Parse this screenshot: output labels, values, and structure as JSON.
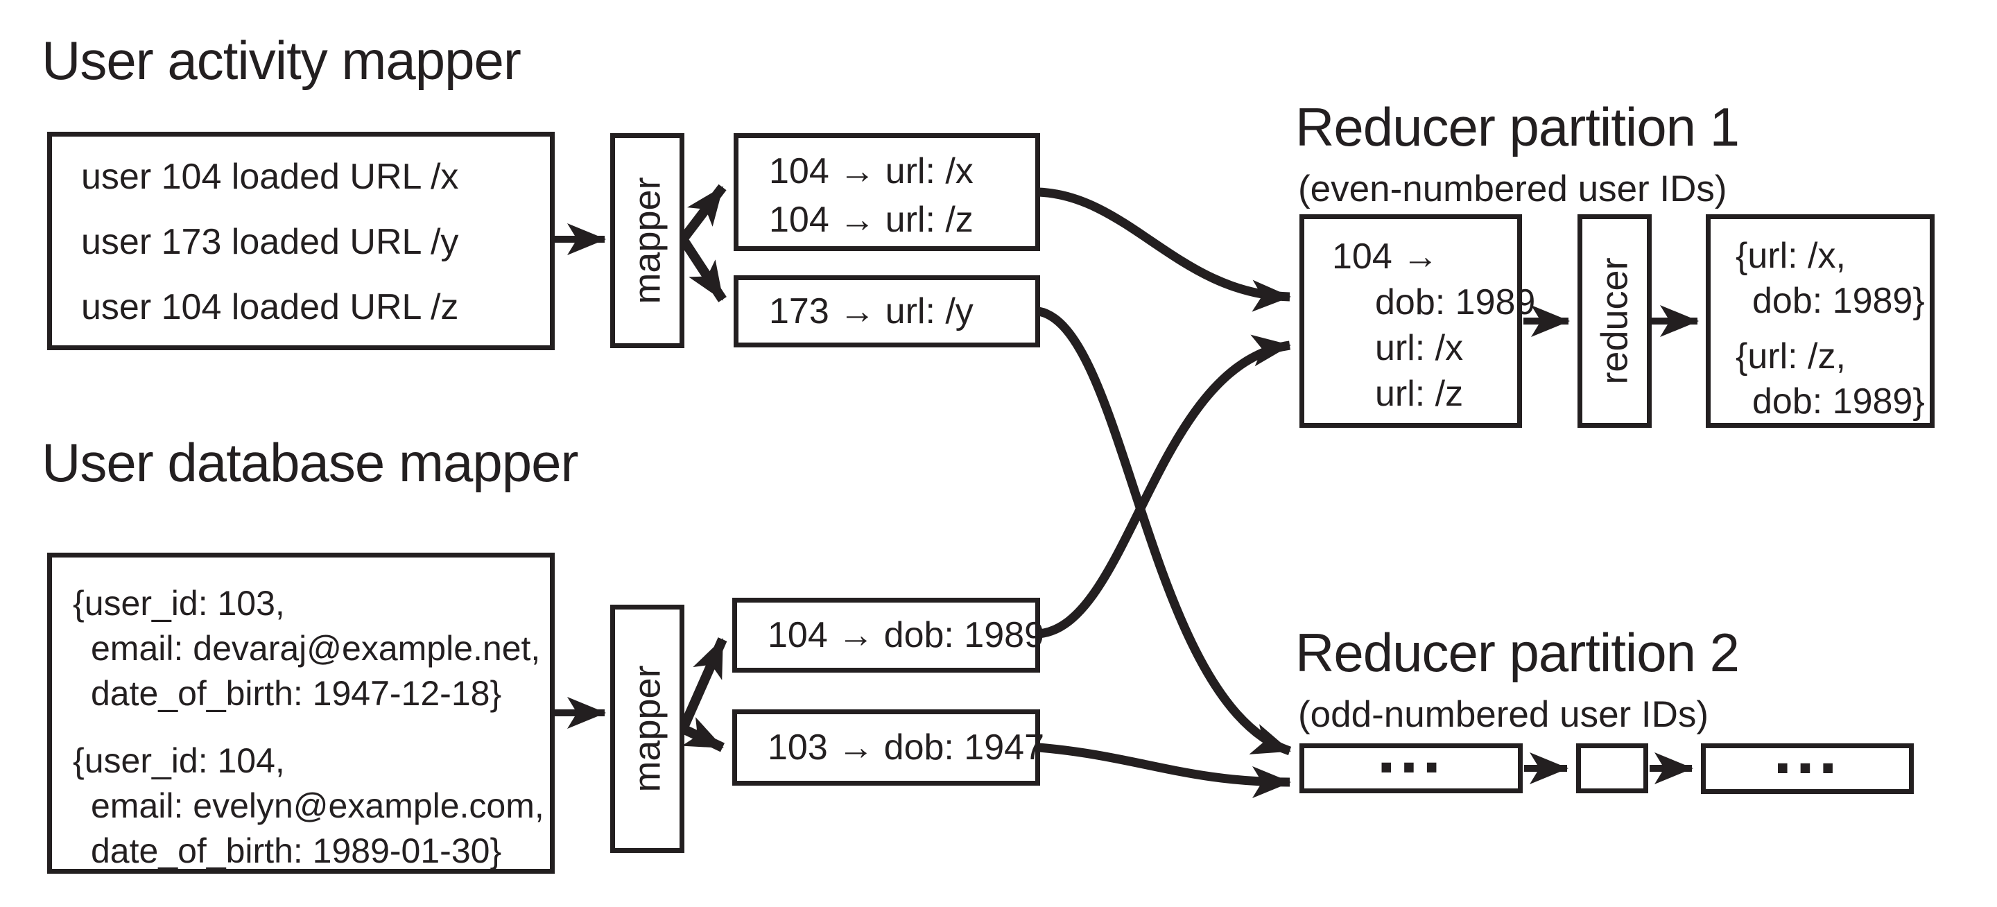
{
  "colors": {
    "ink": "#231f20",
    "background": "#ffffff"
  },
  "activity_mapper": {
    "title": "User activity mapper",
    "input_lines": [
      "user 104 loaded URL /x",
      "user 173 loaded URL /y",
      "user 104 loaded URL /z"
    ],
    "mapper_label": "mapper",
    "out_box1_lines": [
      "104 → url: /x",
      "104 → url: /z"
    ],
    "out_box2_line": "173 → url: /y"
  },
  "database_mapper": {
    "title": "User database mapper",
    "record1": [
      "{user_id: 103,",
      "email: devaraj@example.net,",
      "date_of_birth: 1947-12-18}"
    ],
    "record2": [
      "{user_id: 104,",
      "email: evelyn@example.com,",
      "date_of_birth: 1989-01-30}"
    ],
    "mapper_label": "mapper",
    "out_box1_line": "104 → dob: 1989",
    "out_box2_line": "103 → dob: 1947"
  },
  "reducer_partition_1": {
    "title": "Reducer partition 1",
    "subtitle": "(even-numbered user IDs)",
    "input_lines": [
      "104 →",
      "dob: 1989",
      "url: /x",
      "url: /z"
    ],
    "reducer_label": "reducer",
    "output_lines": [
      "{url: /x,",
      "dob: 1989}",
      "{url: /z,",
      "dob: 1989}"
    ]
  },
  "reducer_partition_2": {
    "title": "Reducer partition 2",
    "subtitle": "(odd-numbered user IDs)",
    "input_ellipsis": "...",
    "output_ellipsis": "..."
  }
}
